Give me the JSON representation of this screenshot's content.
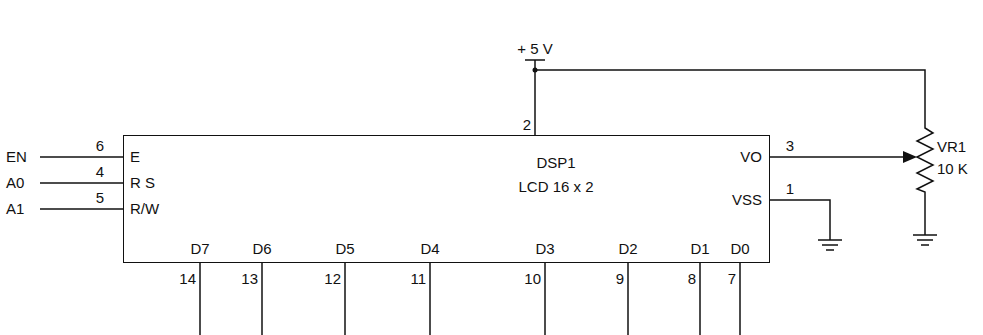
{
  "diagram": {
    "nodes": [
      {
        "text": [
          "DSP1",
          "LCD 16 x 2"
        ]
      }
    ],
    "labels": [
      "+ 5 V",
      "2",
      "EN",
      "6",
      "E",
      "A0",
      "4",
      "R S",
      "A1",
      "5",
      "R/W",
      "3",
      "VO",
      "VSS",
      "1",
      "VR1",
      "10 K",
      "D7",
      "D6",
      "D5",
      "D4",
      "D3",
      "D2",
      "D1",
      "D0",
      "14",
      "13",
      "12",
      "11",
      "10",
      "9",
      "8",
      "7"
    ]
  }
}
